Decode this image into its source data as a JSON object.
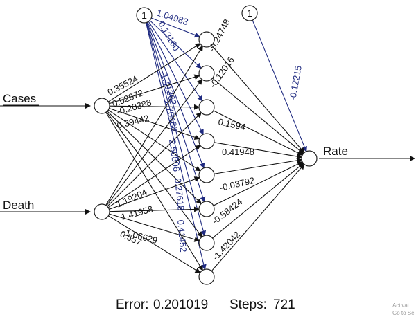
{
  "inputs": [
    {
      "label": "Cases"
    },
    {
      "label": "Death"
    }
  ],
  "output": {
    "label": "Rate"
  },
  "bias_label": "1",
  "hidden_count": 8,
  "weights": {
    "hidden_to_output": [
      "-0.24748",
      "-0.12016",
      "0.1594",
      "0.41948",
      "-0.03792",
      "-0.58424",
      "-1.42042"
    ],
    "input_to_hidden": [
      "0.35524",
      "0.52872",
      "-0.20388",
      "0.39442",
      "1.19204",
      "1.41958",
      "-1.06629",
      "0.557"
    ],
    "bias_to_hidden": [
      "1.04983",
      "0.13160",
      "1.41362",
      "1.70488",
      "2.50896",
      "0.27618",
      "0.41452"
    ],
    "output_bias": "-0.12215"
  },
  "footer": {
    "error_label": "Error:",
    "error_value": "0.201019",
    "steps_label": "Steps:",
    "steps_value": "721"
  },
  "watermark": {
    "line1": "Activat",
    "line2": "Go to Se"
  },
  "colors": {
    "bias_edges": "#1f2a80",
    "edges": "#111111"
  }
}
